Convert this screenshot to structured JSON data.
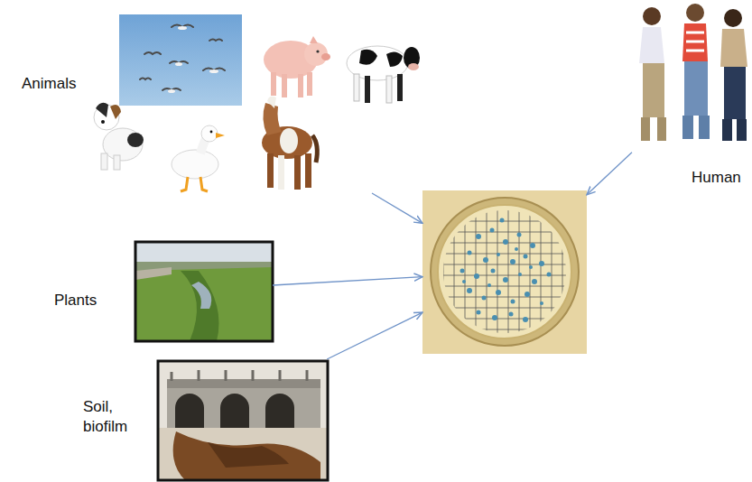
{
  "diagram": {
    "nodes": [
      {
        "text": [
          "Animals"
        ]
      },
      {
        "text": [
          "Human"
        ]
      },
      {
        "text": [
          "Plants"
        ]
      },
      {
        "text": [
          "Soil, biofilm"
        ]
      },
      {
        "text": []
      }
    ],
    "edges": [
      {
        "from": 0,
        "to": 4,
        "arrow": "to"
      },
      {
        "from": 1,
        "to": 4,
        "arrow": "to"
      },
      {
        "from": 2,
        "to": 4,
        "arrow": "to"
      },
      {
        "from": 3,
        "to": 4,
        "arrow": "to"
      }
    ]
  }
}
